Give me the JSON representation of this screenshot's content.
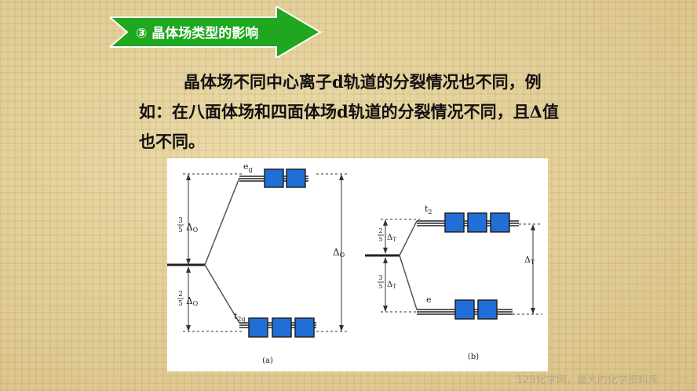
{
  "heading": {
    "text": "③ 晶体场类型的影响"
  },
  "paragraph": {
    "text": "晶体场不同中心离子d轨道的分裂情况也不同，例如：在八面体场和四面体场d轨道的分裂情况不同，且Δ值也不同。"
  },
  "figure": {
    "orbital_color": "#1f6fd6",
    "panel_a": {
      "caption": "(a)",
      "upper_label": "e",
      "upper_subscript": "g",
      "lower_label": "t",
      "lower_subscript": "2g",
      "upper_fraction": {
        "num": "3",
        "den": "5",
        "symbol": "Δ",
        "subscript": "O"
      },
      "lower_fraction": {
        "num": "2",
        "den": "5",
        "symbol": "Δ",
        "subscript": "O"
      },
      "gap": {
        "symbol": "Δ",
        "subscript": "O"
      }
    },
    "panel_b": {
      "caption": "(b)",
      "upper_label": "t",
      "upper_subscript": "2",
      "lower_label": "e",
      "upper_fraction": {
        "num": "2",
        "den": "5",
        "symbol": "Δ",
        "subscript": "T"
      },
      "lower_fraction": {
        "num": "3",
        "den": "5",
        "symbol": "Δ",
        "subscript": "T"
      },
      "gap": {
        "symbol": "Δ",
        "subscript": "T"
      }
    }
  },
  "watermark": {
    "text": "123化学网，最大的化学资料库"
  }
}
